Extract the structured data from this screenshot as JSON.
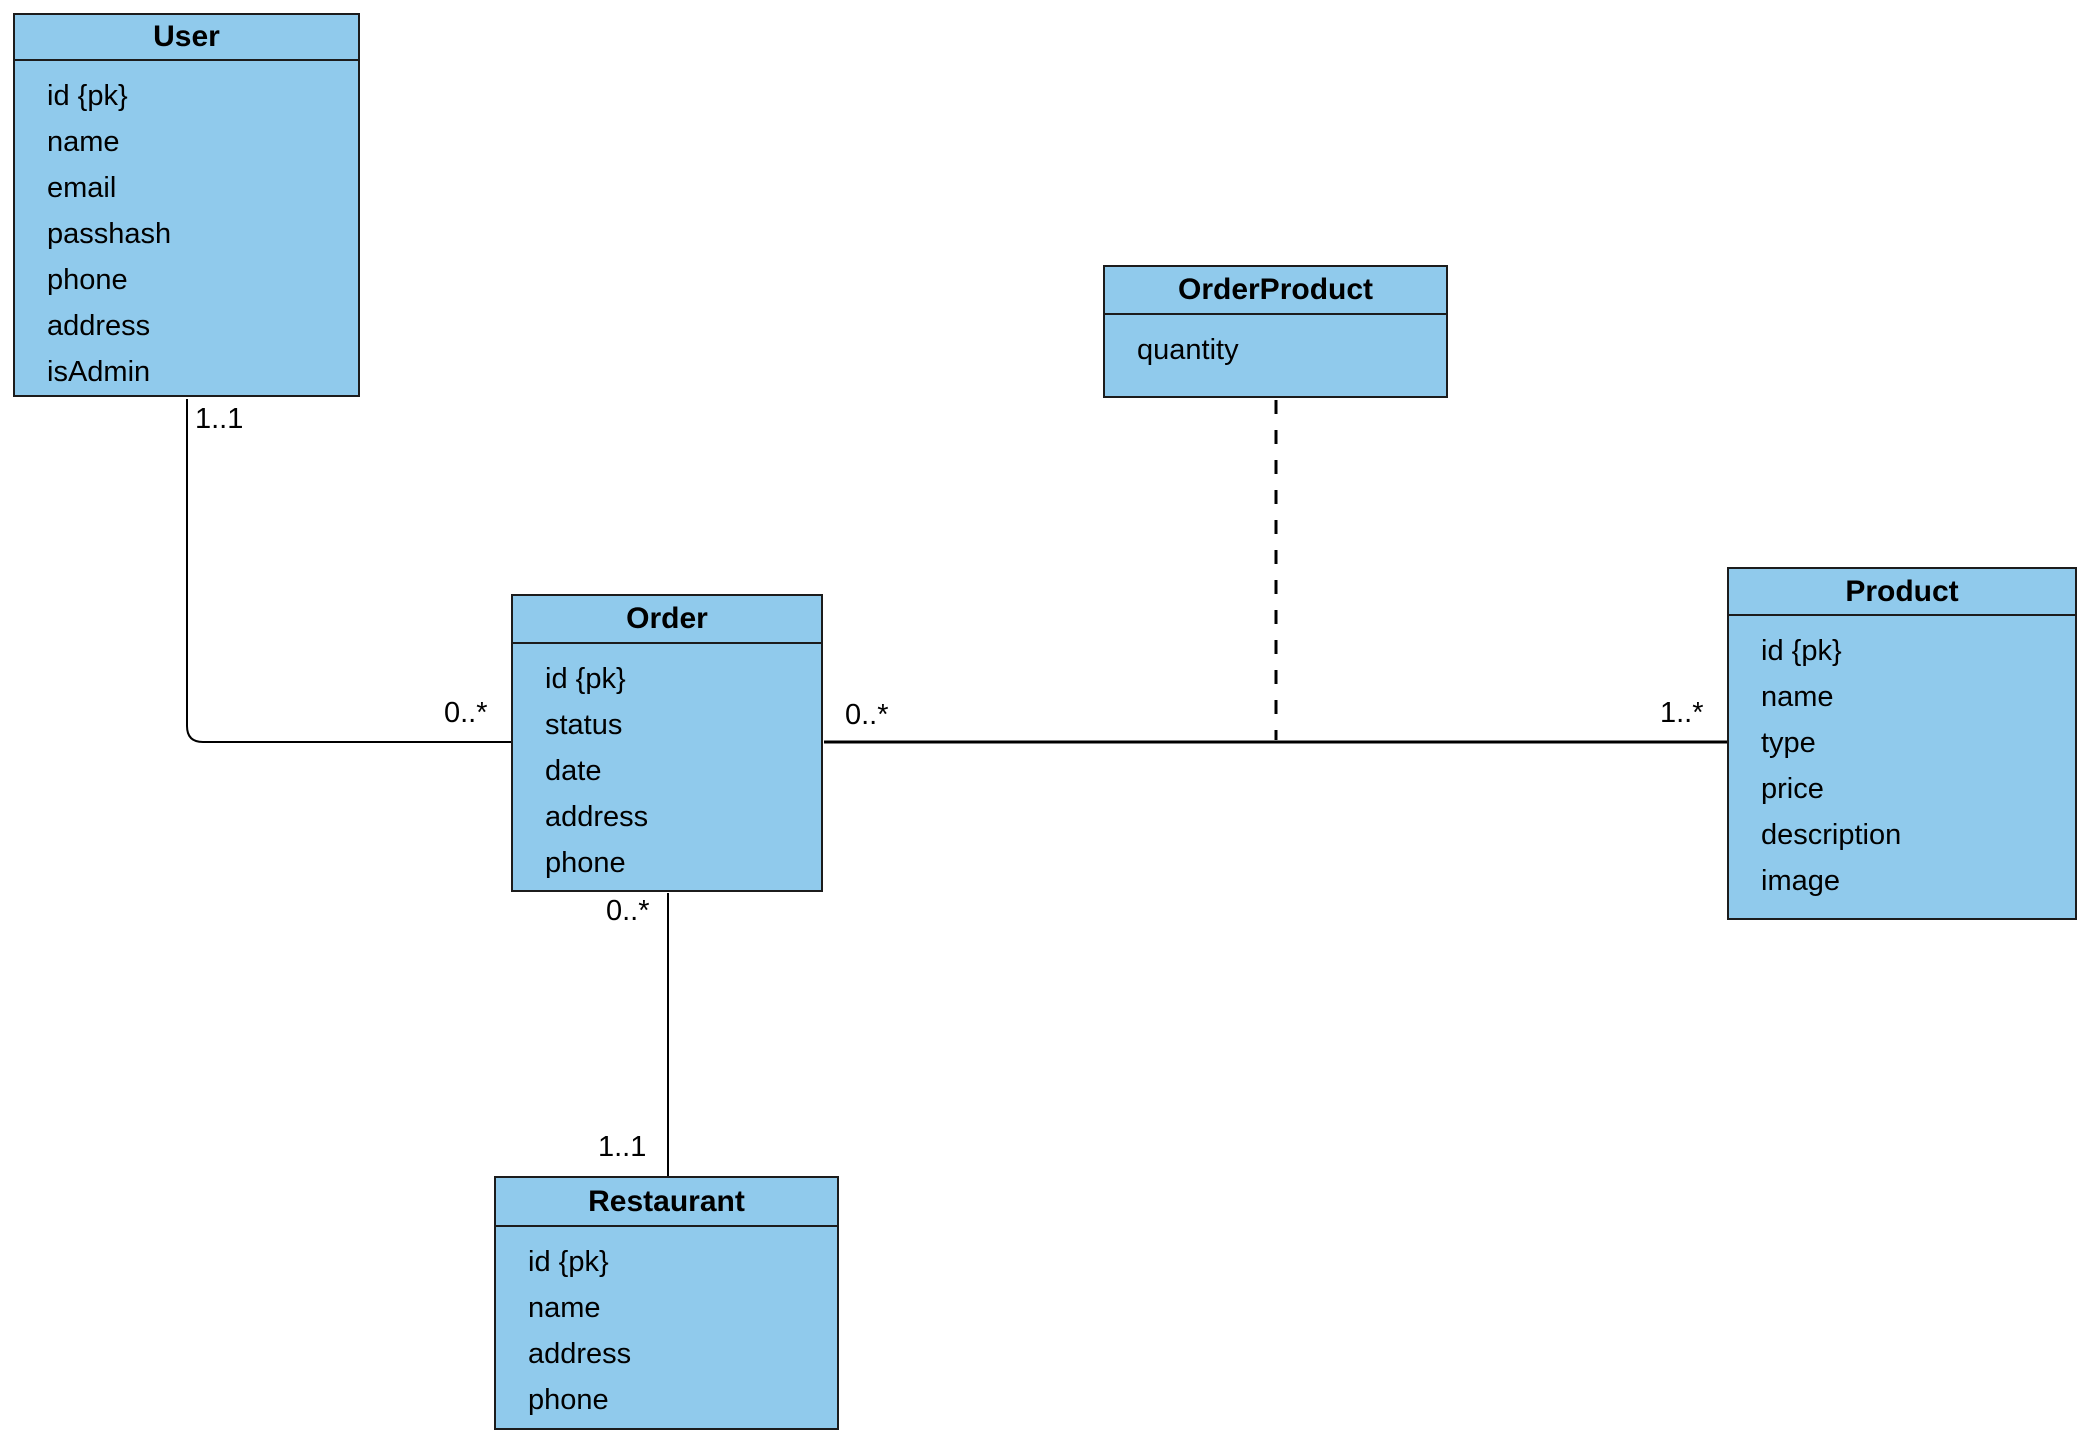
{
  "diagram": {
    "background_color": "#ffffff",
    "shape_fill_color": "#90caec",
    "shape_border_color": "#1c1c1c",
    "line_color": "#000000",
    "entities": {
      "user": {
        "title": "User",
        "attributes": [
          "id {pk}",
          "name",
          "email",
          "passhash",
          "phone",
          "address",
          "isAdmin"
        ]
      },
      "order": {
        "title": "Order",
        "attributes": [
          "id {pk}",
          "status",
          "date",
          "address",
          "phone"
        ]
      },
      "order_product": {
        "title": "OrderProduct",
        "attributes": [
          "quantity"
        ]
      },
      "product": {
        "title": "Product",
        "attributes": [
          "id {pk}",
          "name",
          "type",
          "price",
          "description",
          "image"
        ]
      },
      "restaurant": {
        "title": "Restaurant",
        "attributes": [
          "id {pk}",
          "name",
          "address",
          "phone"
        ]
      }
    },
    "multiplicities": {
      "user_order_user_end": "1..1",
      "user_order_order_end": "0..*",
      "order_product_order_end": "0..*",
      "order_product_product_end": "1..*",
      "order_restaurant_order_end": "0..*",
      "order_restaurant_restaurant_end": "1..1"
    }
  }
}
